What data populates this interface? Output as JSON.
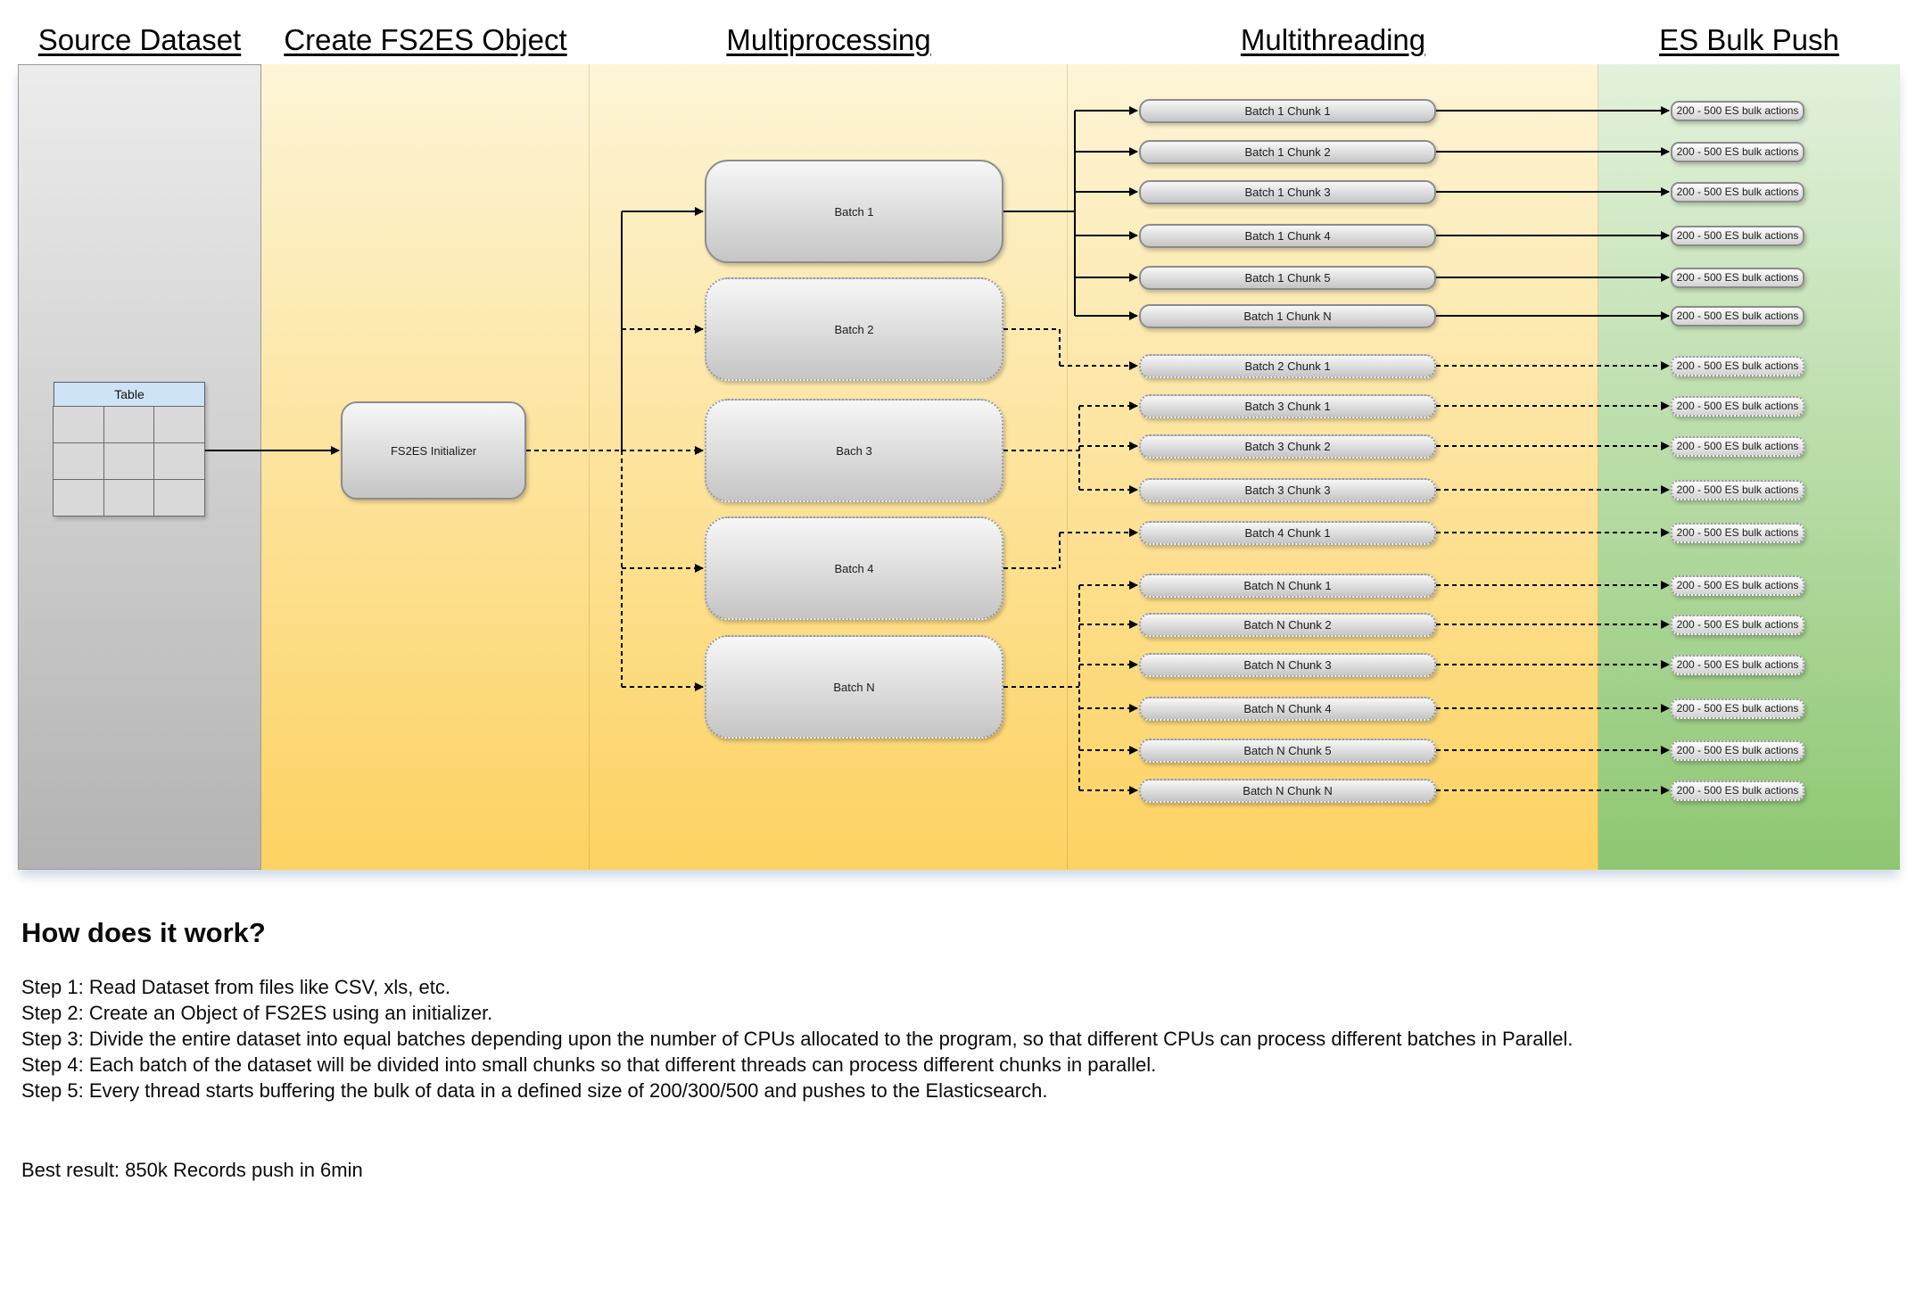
{
  "diagram": {
    "columns": [
      {
        "label": "Source Dataset"
      },
      {
        "label": "Create FS2ES Object"
      },
      {
        "label": "Multiprocessing"
      },
      {
        "label": "Multithreading"
      },
      {
        "label": "ES Bulk Push"
      }
    ],
    "source_table": {
      "title": "Table",
      "rows": 3,
      "cols": 3
    },
    "initializer_label": "FS2ES Initializer",
    "batches": [
      {
        "label": "Batch 1",
        "style": "solid"
      },
      {
        "label": "Batch 2",
        "style": "dotted"
      },
      {
        "label": "Bach 3",
        "style": "dotted"
      },
      {
        "label": "Batch 4",
        "style": "dotted"
      },
      {
        "label": "Batch N",
        "style": "dotted"
      }
    ],
    "chunks": [
      {
        "label": "Batch 1 Chunk 1",
        "batch": 0,
        "style": "solid"
      },
      {
        "label": "Batch 1 Chunk 2",
        "batch": 0,
        "style": "solid"
      },
      {
        "label": "Batch 1 Chunk 3",
        "batch": 0,
        "style": "solid"
      },
      {
        "label": "Batch 1 Chunk 4",
        "batch": 0,
        "style": "solid"
      },
      {
        "label": "Batch 1 Chunk 5",
        "batch": 0,
        "style": "solid"
      },
      {
        "label": "Batch 1 Chunk N",
        "batch": 0,
        "style": "solid"
      },
      {
        "label": "Batch 2 Chunk 1",
        "batch": 1,
        "style": "dotted"
      },
      {
        "label": "Batch 3 Chunk 1",
        "batch": 2,
        "style": "dotted"
      },
      {
        "label": "Batch 3 Chunk 2",
        "batch": 2,
        "style": "dotted"
      },
      {
        "label": "Batch 3 Chunk 3",
        "batch": 2,
        "style": "dotted"
      },
      {
        "label": "Batch 4 Chunk 1",
        "batch": 3,
        "style": "dotted"
      },
      {
        "label": "Batch N Chunk 1",
        "batch": 4,
        "style": "dotted"
      },
      {
        "label": "Batch N Chunk 2",
        "batch": 4,
        "style": "dotted"
      },
      {
        "label": "Batch N Chunk 3",
        "batch": 4,
        "style": "dotted"
      },
      {
        "label": "Batch N Chunk 4",
        "batch": 4,
        "style": "dotted"
      },
      {
        "label": "Batch N Chunk 5",
        "batch": 4,
        "style": "dotted"
      },
      {
        "label": "Batch N Chunk N",
        "batch": 4,
        "style": "dotted"
      }
    ],
    "es_bulk_label": "200 - 500 ES bulk actions",
    "colors": {
      "source_column": "#b3b3b3",
      "process_column": "#fdd262",
      "es_column": "#8ec772",
      "table_header": "#cfe3f7",
      "node_fill": "#c5c5c5",
      "connector": "#000000"
    }
  },
  "explanation": {
    "title": "How does it work?",
    "steps": [
      "Step 1: Read Dataset from files like CSV, xls, etc.",
      "Step 2: Create an Object of FS2ES using an initializer.",
      "Step 3: Divide the entire dataset into equal batches depending upon the number of CPUs allocated to the program, so that different CPUs can process different batches in Parallel.",
      "Step 4: Each batch of the dataset will be divided into small chunks so that different threads can process different chunks in parallel.",
      "Step 5: Every thread starts buffering the bulk of data in a defined size of 200/300/500 and pushes to the Elasticsearch.",
      "Best result: 850k Records push in 6min"
    ],
    "best_result": "Best result: 850k Records push in 6min"
  }
}
